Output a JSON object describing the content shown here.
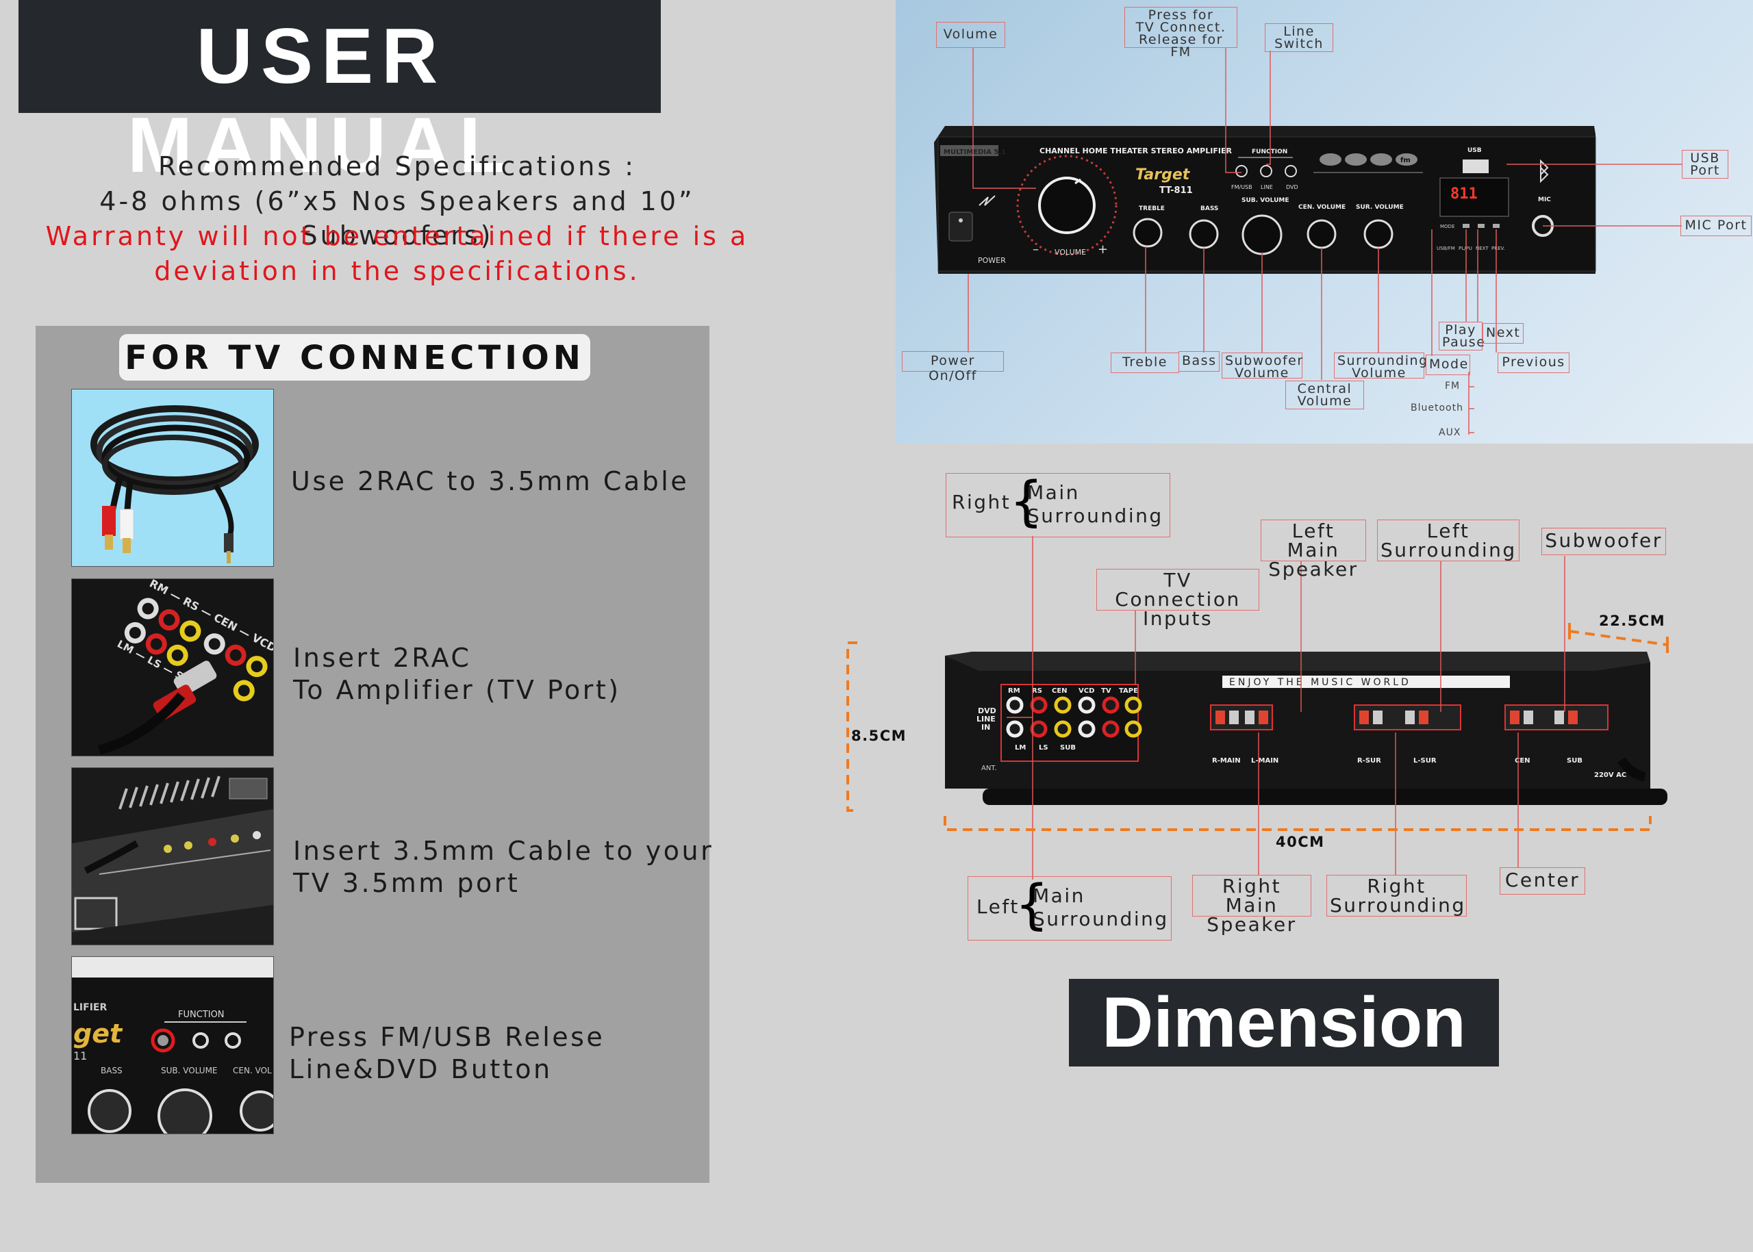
{
  "header": {
    "title": "USER MANUAL"
  },
  "specs": {
    "line1": "Recommended Specifications :",
    "line2": "4-8 ohms (6”x5 Nos Speakers and 10” Subwoofers)",
    "warning1": "Warranty will not be entertained if there is a",
    "warning2": "deviation in the specifications.",
    "warning_color": "#e0161b"
  },
  "tv_connection": {
    "title": "FOR TV CONNECTION",
    "steps": [
      {
        "line1": "Use 2RAC to 3.5mm Cable",
        "line2": ""
      },
      {
        "line1": "Insert 2RAC",
        "line2": "To Amplifier (TV Port)"
      },
      {
        "line1": "Insert 3.5mm Cable to your",
        "line2": "TV 3.5mm port"
      },
      {
        "line1": "Press FM/USB Relese",
        "line2": "Line&DVD Button"
      }
    ],
    "photo3_text": {
      "lifier": "LIFIER",
      "get": "get",
      "n11": "11",
      "function": "FUNCTION",
      "bass": "BASS",
      "subvol": "SUB. VOLUME",
      "cenvol": "CEN. VOL"
    }
  },
  "front_panel": {
    "labels": {
      "volume": "Volume",
      "tv_connect_1": "Press for",
      "tv_connect_2": "TV Connect.",
      "tv_connect_3": "Release for FM",
      "line_switch_1": "Line",
      "line_switch_2": "Switch",
      "usb_port_1": "USB",
      "usb_port_2": "Port",
      "mic_port": "MIC Port",
      "power": "Power On/Off",
      "treble": "Treble",
      "bass": "Bass",
      "sub_vol_1": "Subwoofer",
      "sub_vol_2": "Volume",
      "surr_vol_1": "Surrounding",
      "surr_vol_2": "Volume",
      "central_1": "Central",
      "central_2": "Volume",
      "mode": "Mode",
      "play_1": "Play",
      "play_2": "Pause",
      "next": "Next",
      "previous": "Previous",
      "fm": "FM",
      "bluetooth": "Bluetooth",
      "aux": "AUX"
    },
    "device": {
      "multimedia": "MULTIMEDIA 5.1",
      "channel": "CHANNEL HOME THEATER STEREO AMPLIFIER",
      "brand": "Target",
      "model": "TT-811",
      "function": "FUNCTION",
      "fmusb": "FM/USB",
      "line": "LINE",
      "dvd": "DVD",
      "usb": "USB",
      "mic": "MIC",
      "display": "811",
      "treble": "TREBLE",
      "bass": "BASS",
      "sub_volume": "SUB. VOLUME",
      "cen_volume": "CEN. VOLUME",
      "sur_volume": "SUR. VOLUME",
      "volume": "VOLUME",
      "power": "POWER",
      "mode": "MODE",
      "usbfm": "USB/FM",
      "plpu": "PL/PU",
      "next": "NEXT",
      "prev": "PREV.",
      "fm_icon": "fm"
    }
  },
  "rear_panel": {
    "labels": {
      "right": "Right",
      "left": "Left",
      "main": "Main",
      "surrounding": "Surrounding",
      "tv_inputs_1": "TV Connection",
      "tv_inputs_2": "Inputs",
      "left_main_1": "Left Main",
      "left_main_2": "Speaker",
      "left_surr_1": "Left",
      "left_surr_2": "Surrounding",
      "subwoofer": "Subwoofer",
      "right_main_1": "Right Main",
      "right_main_2": "Speaker",
      "right_surr_1": "Right",
      "right_surr_2": "Surrounding",
      "center": "Center"
    },
    "device": {
      "enjoy": "ENJOY  THE  MUSIC  WORLD",
      "dvd_1": "DVD",
      "dvd_2": "LINE",
      "dvd_3": "IN",
      "ant": "ANT.",
      "rm": "RM",
      "rs": "RS",
      "cen": "CEN",
      "vcd": "VCD",
      "tv": "TV",
      "tape": "TAPE",
      "lm": "LM",
      "ls": "LS",
      "sub": "SUB",
      "r_main": "R-MAIN",
      "l_main": "L-MAIN",
      "r_sur": "R-SUR",
      "l_sur": "L-SUR",
      "cen_t": "CEN",
      "sub_t": "SUB",
      "ac": "220V AC"
    },
    "dimensions": {
      "depth": "22.5CM",
      "height": "8.5CM",
      "width": "40CM"
    },
    "dimension_title": "Dimension"
  }
}
